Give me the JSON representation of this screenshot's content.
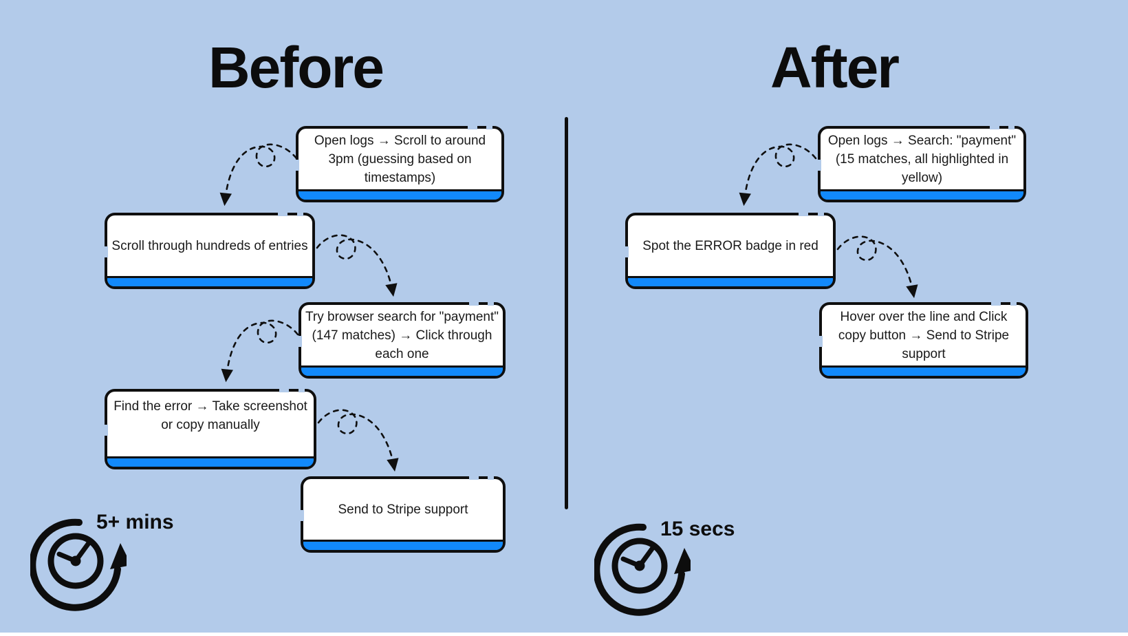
{
  "colors": {
    "background": "#b3cbea",
    "card_background": "#ffffff",
    "card_accent_blue": "#1289fb",
    "ink": "#0f0f0f"
  },
  "icons": {
    "arrow": "loop-doodle-arrow-icon",
    "clock": "clock-rewind-icon"
  },
  "before": {
    "title": "Before",
    "duration": "5+ mins",
    "steps": [
      "Open logs →  Scroll to around 3pm (guessing based on timestamps)",
      "Scroll through hundreds of entries",
      "Try browser search for \"payment\" (147 matches) → Click through each one",
      "Find the error → Take screenshot or copy manually",
      "Send to Stripe support"
    ]
  },
  "after": {
    "title": "After",
    "duration": "15 secs",
    "steps": [
      "Open logs → Search: \"payment\" (15 matches, all highlighted in yellow)",
      "Spot the ERROR badge in red",
      "Hover over the line and Click copy button → Send to Stripe support"
    ]
  }
}
